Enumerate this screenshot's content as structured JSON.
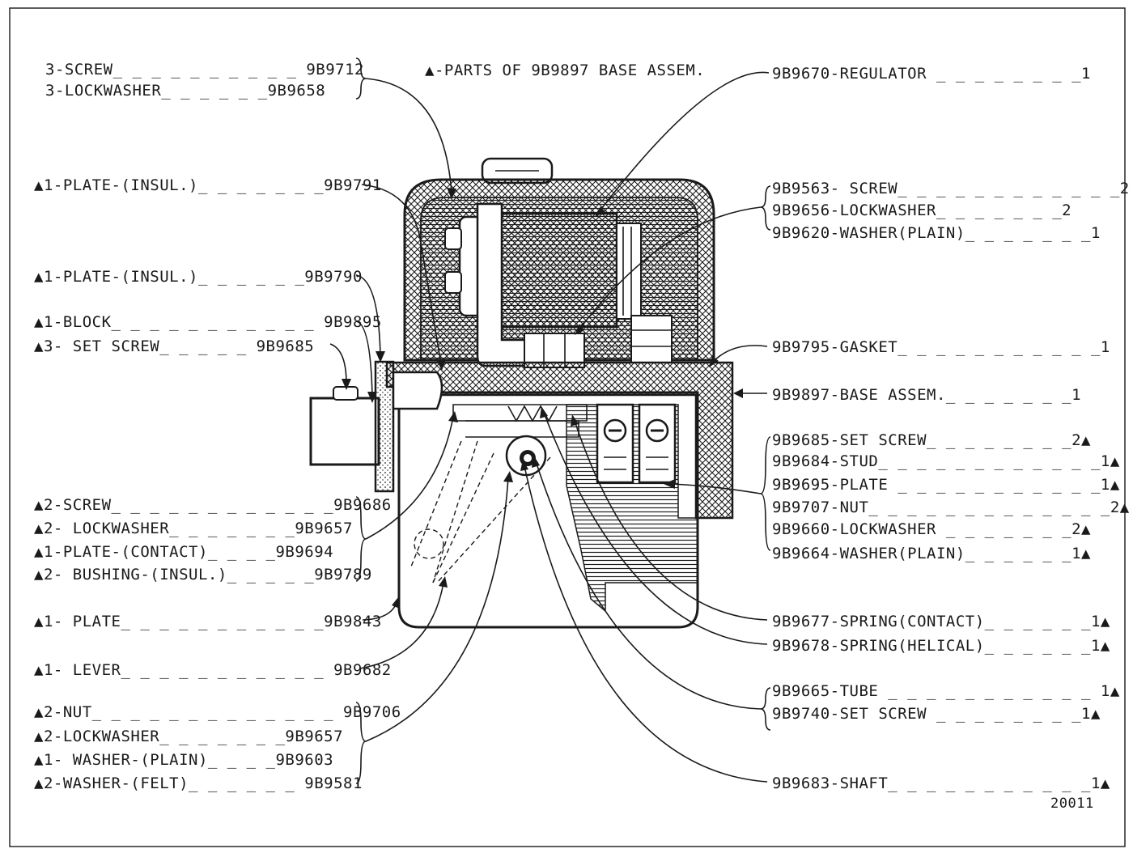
{
  "header_note": "▲-PARTS OF 9B9897 BASE ASSEM.",
  "figure_number": "20011",
  "left_labels": [
    "3-SCREW_ _ _ _ _ _ _ _ _ _ 9B9712",
    "3-LOCKWASHER_ _ _ _ _ _9B9658",
    "▲1-PLATE-(INSUL.)_ _ _ _ _ _ _9B9791",
    "▲1-PLATE-(INSUL.)_ _ _ _ _ _9B9790",
    "▲1-BLOCK_ _ _ _ _ _ _ _ _ _ _ 9B9895",
    "▲3- SET SCREW_ _ _ _ _ 9B9685",
    "▲2-SCREW_ _ _ _ _ _ _ _ _ _ _ _9B9686",
    "▲2- LOCKWASHER_ _ _ _ _ _ _9B9657",
    "▲1-PLATE-(CONTACT)_ _ _ _9B9694",
    "▲2- BUSHING-(INSUL.)_ _ _ _ _9B9789",
    "▲1- PLATE_ _ _ _ _ _ _ _ _ _ _9B9843",
    "▲1- LEVER_ _ _ _ _ _ _ _ _ _ _ 9B9682",
    "▲2-NUT_ _ _ _ _ _ _ _ _ _ _ _ _ 9B9706",
    "▲2-LOCKWASHER_ _ _ _ _ _ _9B9657",
    "▲1- WASHER-(PLAIN)_ _ _ _9B9603",
    "▲2-WASHER-(FELT)_ _ _ _ _ _ 9B9581"
  ],
  "right_labels": [
    "9B9670-REGULATOR _ _ _ _ _ _ _ _1",
    "9B9563- SCREW_ _ _ _ _ _ _ _ _ _ _ _2",
    "9B9656-LOCKWASHER_ _ _ _ _ _ _2",
    "9B9620-WASHER(PLAIN)_ _ _ _ _ _ _1",
    "9B9795-GASKET_ _ _ _ _ _ _ _ _ _ _1",
    "9B9897-BASE ASSEM._ _ _ _ _ _ _1",
    "9B9685-SET SCREW_ _ _ _ _ _ _ _2▲",
    "9B9684-STUD_ _ _ _ _ _ _ _ _ _ _ _1▲",
    "9B9695-PLATE _ _ _ _ _ _ _ _ _ _ _1▲",
    "9B9707-NUT_ _ _ _ _ _ _ _ _ _ _ _ _2▲",
    "9B9660-LOCKWASHER _ _ _ _ _ _ _2▲",
    "9B9664-WASHER(PLAIN)_ _ _ _ _ _1▲",
    "9B9677-SPRING(CONTACT)_ _ _ _ _ _1▲",
    "9B9678-SPRING(HELICAL)_ _ _ _ _ _1▲",
    "9B9665-TUBE _ _ _ _ _ _ _ _ _ _ _ 1▲",
    "9B9740-SET SCREW _ _ _ _ _ _ _ _1▲",
    "9B9683-SHAFT_ _ _ _ _ _ _ _ _ _ _1▲"
  ]
}
